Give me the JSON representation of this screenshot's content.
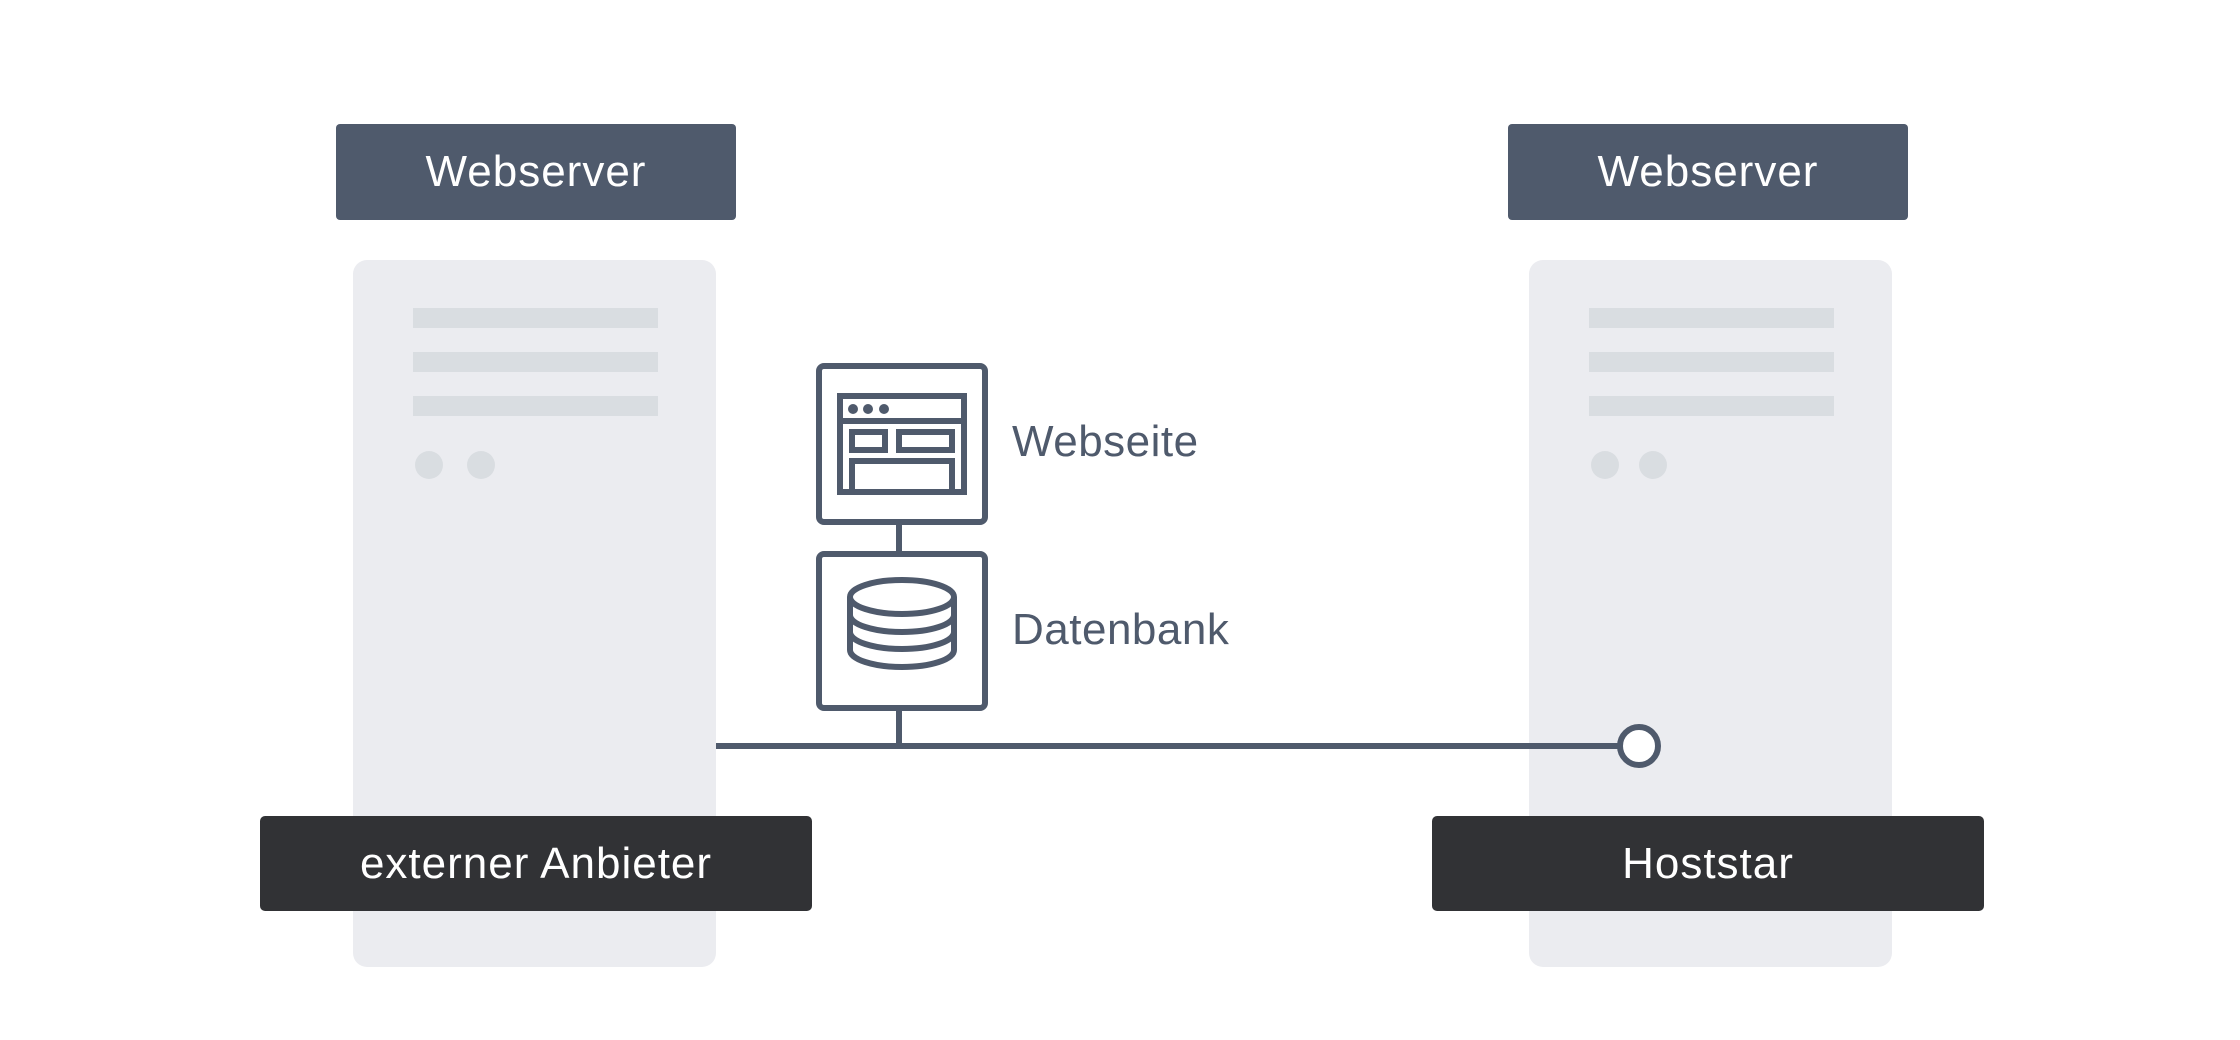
{
  "left_server": {
    "title": "Webserver",
    "provider": "externer Anbieter"
  },
  "right_server": {
    "title": "Webserver",
    "provider": "Hoststar"
  },
  "components": {
    "website": {
      "label": "Webseite",
      "icon": "browser-window-icon"
    },
    "database": {
      "label": "Datenbank",
      "icon": "database-icon"
    }
  },
  "colors": {
    "accent": "#4f5a6c",
    "dark_label": "#313235",
    "server_body": "#ebecf0",
    "server_detail": "#d9dde1"
  }
}
